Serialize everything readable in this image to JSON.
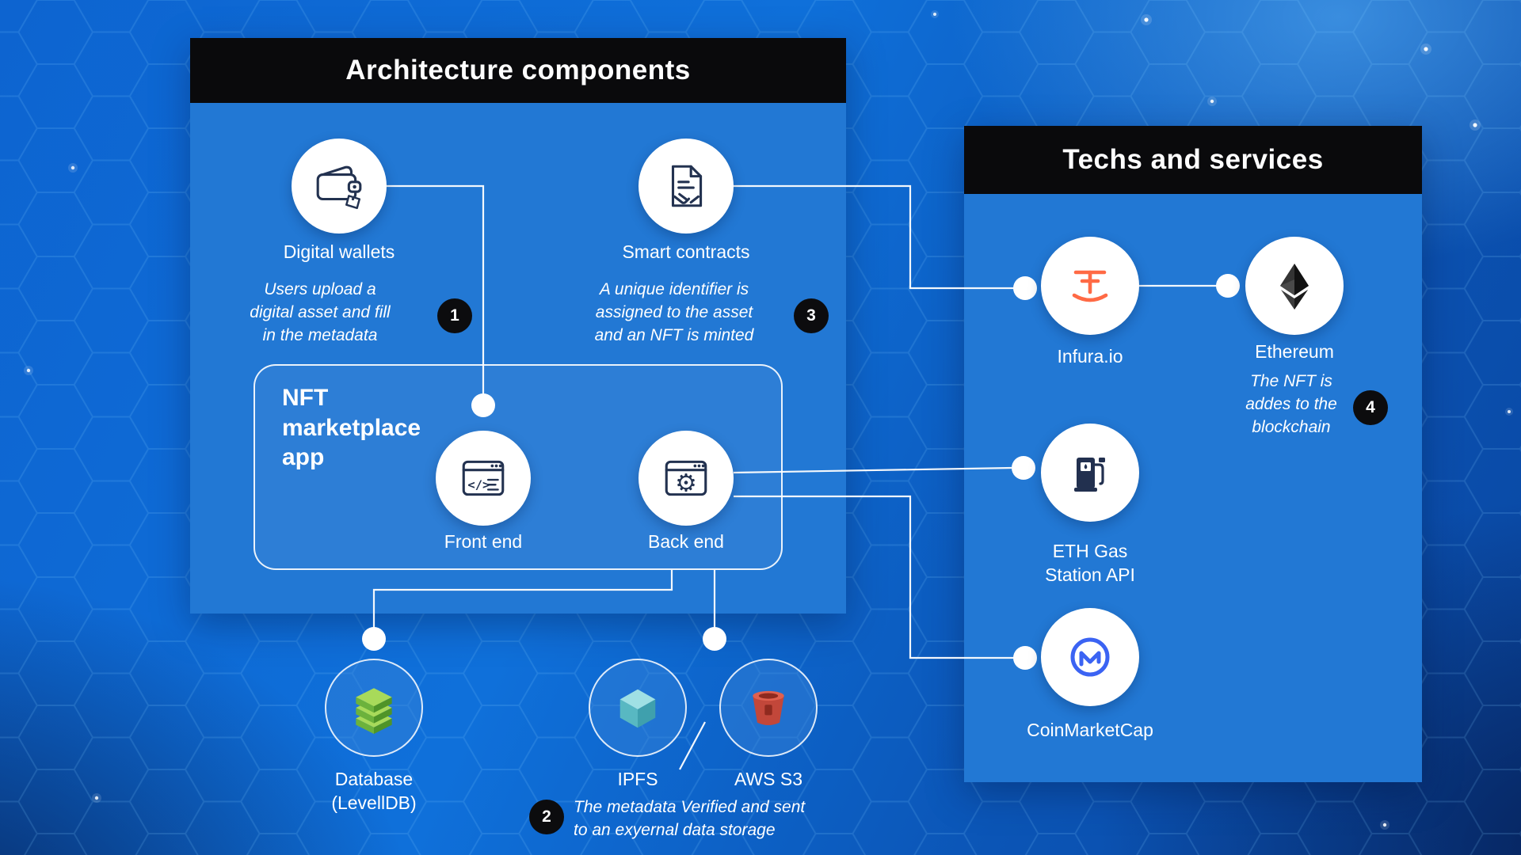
{
  "architecture_panel": {
    "title": "Architecture components",
    "digital_wallets": {
      "label": "Digital wallets",
      "note": "Users upload a\ndigital asset and fill\nin the metadata",
      "badge": "1"
    },
    "smart_contracts": {
      "label": "Smart contracts",
      "note": "A unique identifier is\nassigned to the asset\nand an NFT is minted",
      "badge": "3"
    },
    "app_box": {
      "title": "NFT\nmarketplace\napp",
      "front_end_label": "Front end",
      "back_end_label": "Back end"
    }
  },
  "techs_panel": {
    "title": "Techs and services",
    "infura": {
      "label": "Infura.io"
    },
    "ethereum": {
      "label": "Ethereum",
      "note": "The NFT is\naddes to the\nblockchain",
      "badge": "4"
    },
    "eth_gas": {
      "label": "ETH Gas\nStation API"
    },
    "coinmarketcap": {
      "label": "CoinMarketCap"
    }
  },
  "storage_row": {
    "database": {
      "label": "Database\n(LevellDB)"
    },
    "ipfs": {
      "label": "IPFS"
    },
    "aws_s3": {
      "label": "AWS S3"
    },
    "note": "The metadata Verified and sent\nto an exyernal data storage",
    "badge": "2"
  },
  "colors": {
    "panel_blue": "#2278d4",
    "header_black": "#0a0a0c",
    "line_white": "#ffffff",
    "infura_orange": "#ff6a45",
    "coinmarketcap_blue": "#3b63f3",
    "aws_red": "#c2473a",
    "ipfs_teal": "#58b8c2",
    "leveldb_green": "#6cb23c"
  }
}
